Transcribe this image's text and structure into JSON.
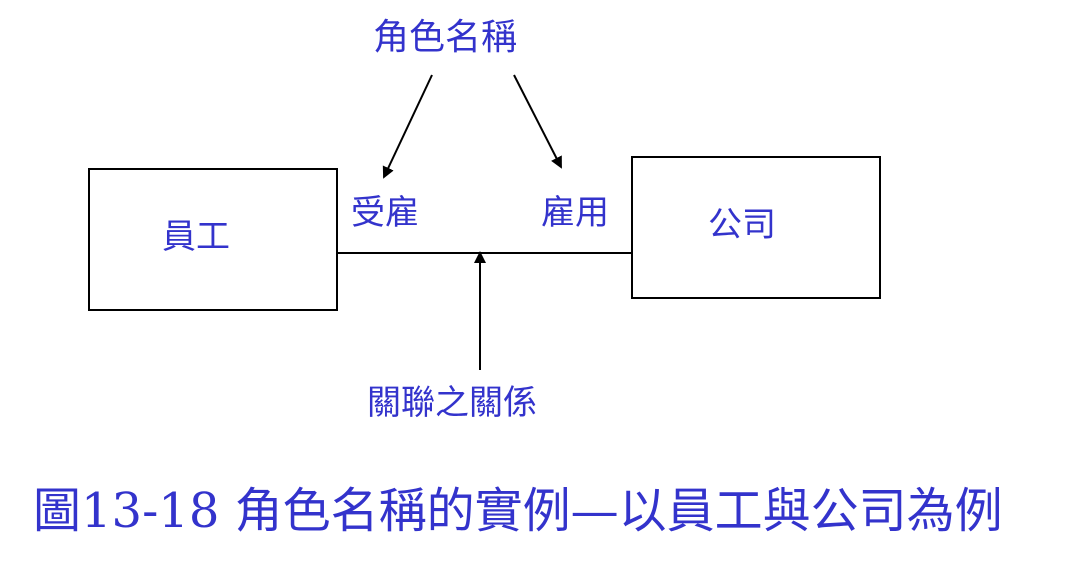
{
  "diagram": {
    "role_heading": "角色名稱",
    "role_employee_side": "受雇",
    "role_company_side": "雇用",
    "entity_employee": "員工",
    "entity_company": "公司",
    "relationship_label": "關聯之關係",
    "caption": "圖13-18 角色名稱的實例—以員工與公司為例"
  },
  "colors": {
    "text": "#3333cc",
    "lines": "#000000",
    "background": "#ffffff"
  }
}
